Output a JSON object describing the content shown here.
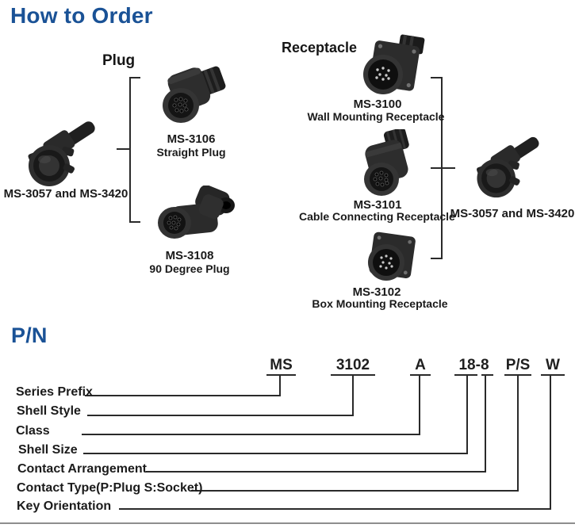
{
  "titles": {
    "main": "How to Order",
    "pn": "P/N"
  },
  "plug": {
    "heading": "Plug",
    "accessory": {
      "code": "MS-3057 and MS-3420"
    },
    "straight": {
      "code": "MS-3106",
      "desc": "Straight Plug"
    },
    "ninety": {
      "code": "MS-3108",
      "desc": "90 Degree Plug"
    }
  },
  "receptacle": {
    "heading": "Receptacle",
    "wall": {
      "code": "MS-3100",
      "desc": "Wall Mounting Receptacle"
    },
    "cable": {
      "code": "MS-3101",
      "desc": "Cable Connecting Receptacle"
    },
    "box": {
      "code": "MS-3102",
      "desc": "Box Mounting Receptacle"
    },
    "accessory": {
      "code": "MS-3057 and MS-3420"
    }
  },
  "part_number": {
    "code_segments": [
      "MS",
      "3102",
      "A",
      "18-8",
      "P/S",
      "W"
    ],
    "field_labels": [
      "Series Prefix",
      "Shell Style",
      "Class",
      "Shell Size",
      "Contact Arrangement",
      "Contact Type(P:Plug S:Socket)",
      "Key Orientation"
    ]
  },
  "colors": {
    "title_blue": "#1a5296",
    "line_black": "#2a2a2a",
    "separator_gray": "#8e8e8e",
    "background": "#ffffff"
  }
}
